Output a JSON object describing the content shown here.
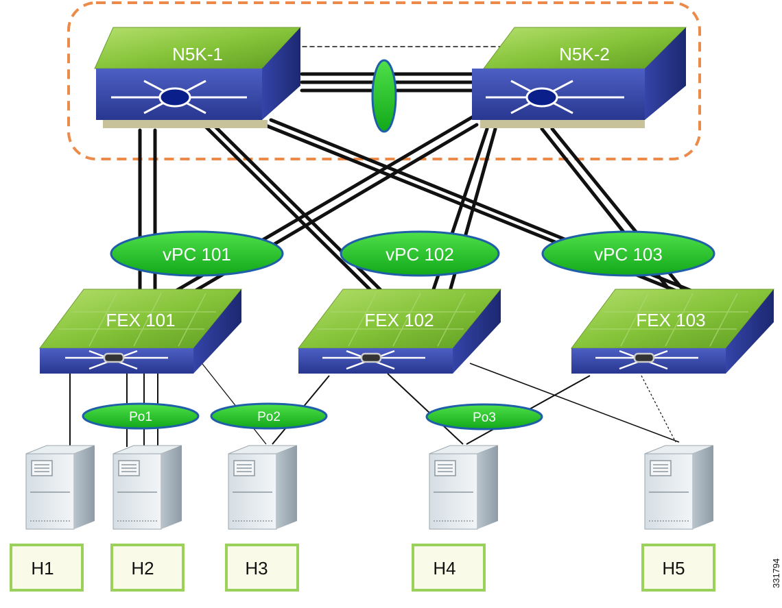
{
  "switches": [
    {
      "id": "n5k1",
      "label": "N5K-1"
    },
    {
      "id": "n5k2",
      "label": "N5K-2"
    }
  ],
  "vpcs": [
    {
      "id": "vpc101",
      "label": "vPC 101"
    },
    {
      "id": "vpc102",
      "label": "vPC 102"
    },
    {
      "id": "vpc103",
      "label": "vPC 103"
    }
  ],
  "fexes": [
    {
      "id": "fex101",
      "label": "FEX 101"
    },
    {
      "id": "fex102",
      "label": "FEX 102"
    },
    {
      "id": "fex103",
      "label": "FEX 103"
    }
  ],
  "port_channels": [
    {
      "id": "po1",
      "label": "Po1"
    },
    {
      "id": "po2",
      "label": "Po2"
    },
    {
      "id": "po3",
      "label": "Po3"
    }
  ],
  "hosts": [
    {
      "id": "h1",
      "label": "H1"
    },
    {
      "id": "h2",
      "label": "H2"
    },
    {
      "id": "h3",
      "label": "H3"
    },
    {
      "id": "h4",
      "label": "H4"
    },
    {
      "id": "h5",
      "label": "H5"
    }
  ],
  "figure_id": "331794",
  "colors": {
    "vpc_domain_border": "#ec8a4a",
    "switch_top": "#8dc63f",
    "switch_front": "#2f3f9e",
    "ellipse_fill": "#22c42a",
    "ellipse_stroke": "#1f5fa8",
    "host_box_border": "#9ad15a"
  }
}
